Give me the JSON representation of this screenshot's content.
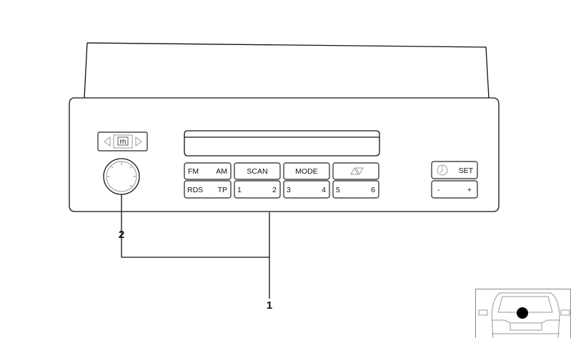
{
  "radio": {
    "buttons": {
      "fm": "FM",
      "am": "AM",
      "scan": "SCAN",
      "mode": "MODE",
      "rds": "RDS",
      "tp": "TP",
      "p1": "1",
      "p2": "2",
      "p3": "3",
      "p4": "4",
      "p5": "5",
      "p6": "6",
      "set": "SET",
      "minus": "-",
      "plus": "+",
      "m": "m"
    }
  },
  "callouts": {
    "radio": "1",
    "knob": "2"
  },
  "icons": [
    "arrow-left-icon",
    "arrow-right-icon",
    "up-down-arrows-icon",
    "clock-icon",
    "car-rear-icon"
  ]
}
